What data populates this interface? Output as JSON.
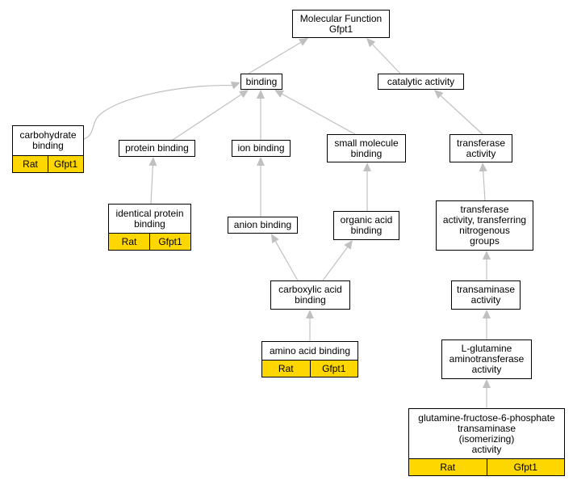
{
  "colors": {
    "annotation": "#FFD700",
    "edge": "#C0C0C0",
    "border": "#000000"
  },
  "nodes": {
    "root": "Molecular Function\nGfpt1",
    "binding": "binding",
    "catalytic": "catalytic activity",
    "carbohydrate": "carbohydrate\nbinding",
    "protein": "protein binding",
    "ion": "ion binding",
    "smallmol": "small molecule\nbinding",
    "transferase": "transferase\nactivity",
    "identical": "identical protein\nbinding",
    "anion": "anion binding",
    "organic": "organic acid\nbinding",
    "transfN": "transferase\nactivity, transferring\nnitrogenous\ngroups",
    "carboxylic": "carboxylic acid\nbinding",
    "transaminase": "transaminase\nactivity",
    "aminoacid": "amino acid binding",
    "lglut": "L-glutamine\naminotransferase\nactivity",
    "gfat": "glutamine-fructose-6-phosphate\ntransaminase\n(isomerizing)\nactivity"
  },
  "annotation": {
    "species": "Rat",
    "gene": "Gfpt1"
  }
}
